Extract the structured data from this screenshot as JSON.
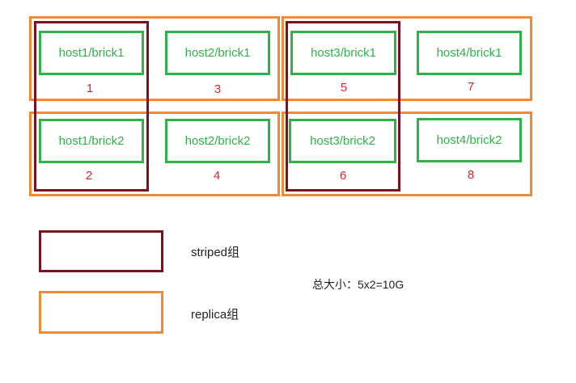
{
  "bricks": [
    {
      "label": "host1/brick1",
      "number": "1"
    },
    {
      "label": "host2/brick1",
      "number": "3"
    },
    {
      "label": "host3/brick1",
      "number": "5"
    },
    {
      "label": "host4/brick1",
      "number": "7"
    },
    {
      "label": "host1/brick2",
      "number": "2"
    },
    {
      "label": "host2/brick2",
      "number": "4"
    },
    {
      "label": "host3/brick2",
      "number": "6"
    },
    {
      "label": "host4/brick2",
      "number": "8"
    }
  ],
  "legend": {
    "striped_label": "striped组",
    "replica_label": "replica组"
  },
  "total_label": "总大小：5x2=10G",
  "colors": {
    "replica": "#f08a33",
    "striped": "#7a1020",
    "brick": "#2fb24a",
    "number": "#e0242c"
  }
}
